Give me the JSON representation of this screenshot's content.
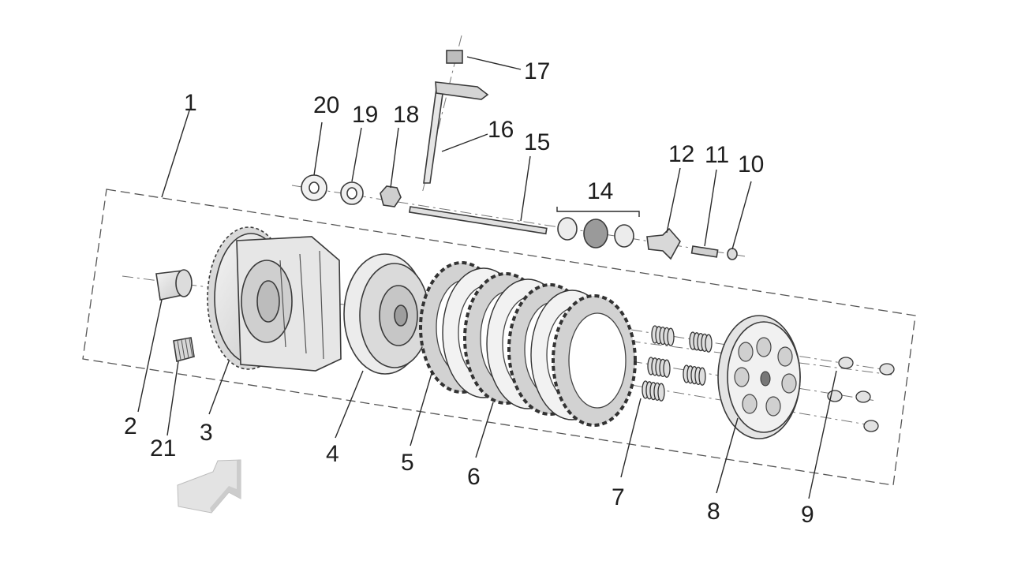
{
  "labels": {
    "p1": "1",
    "p2": "2",
    "p3": "3",
    "p4": "4",
    "p5": "5",
    "p6": "6",
    "p7": "7",
    "p8": "8",
    "p9": "9",
    "p10": "10",
    "p11": "11",
    "p12": "12",
    "p14": "14",
    "p15": "15",
    "p16": "16",
    "p17": "17",
    "p18": "18",
    "p19": "19",
    "p20": "20",
    "p21": "21"
  },
  "icons": {
    "direction": "front-direction-arrow-icon"
  },
  "colors": {
    "line": "#3a3a3a",
    "part_fill": "#e8e8e8",
    "plate_fill": "#cfcfcf",
    "arrow": "#d9d9d9"
  }
}
